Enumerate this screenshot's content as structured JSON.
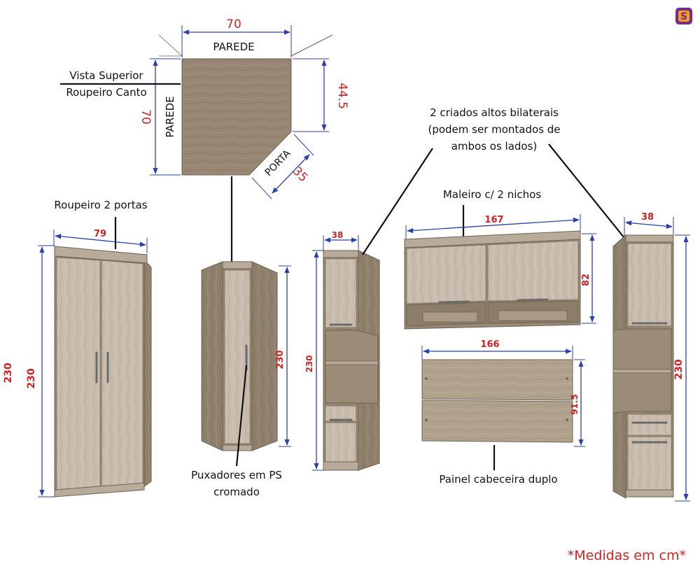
{
  "logo": {
    "icon": "brand-logo-icon",
    "color": "#7a2a8a"
  },
  "top_view": {
    "title_line1": "Vista Superior",
    "title_line2": "Roupeiro Canto",
    "width_dim": "70",
    "depth_dim": "70",
    "side_dim": "44.5",
    "door_dim": "35",
    "wall_top": "PAREDE",
    "wall_left": "PAREDE",
    "door_label": "PORTA"
  },
  "wardrobe_2_doors": {
    "label": "Roupeiro 2 portas",
    "width_dim": "79",
    "height_dim": "230",
    "cut_dim": "230"
  },
  "corner_wardrobe": {
    "height_dim": "230"
  },
  "handles": {
    "label_line1": "Puxadores em PS",
    "label_line2": "cromado"
  },
  "tall_side_units": {
    "label_line1": "2 criados altos bilaterais",
    "label_line2": "(podem ser montados de",
    "label_line3": "ambos os lados)",
    "left": {
      "width_dim": "38",
      "height_dim": "230"
    },
    "right": {
      "width_dim": "38",
      "height_dim": "230"
    }
  },
  "wall_cabinet": {
    "label": "Maleiro c/ 2 nichos",
    "width_dim": "167",
    "height_dim": "82"
  },
  "headboard": {
    "label": "Painel cabeceira duplo",
    "width_dim": "166",
    "height_dim": "91.5"
  },
  "footnote": "*Medidas em cm*",
  "colors": {
    "wood_dark": "#968672",
    "wood_light": "#c9bcaf",
    "wood_panel": "#b0a28c",
    "dimension_line": "#2a3fb0",
    "dimension_text": "#d22222"
  }
}
